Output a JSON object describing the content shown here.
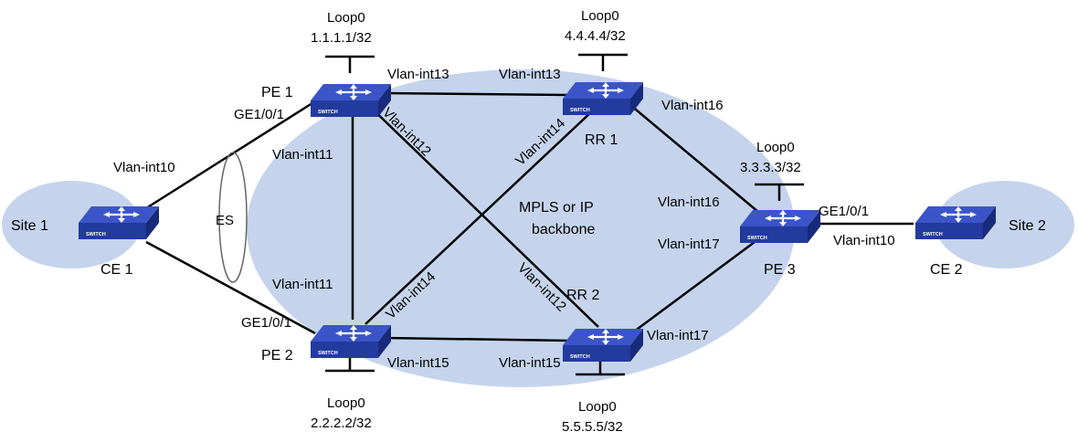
{
  "colors": {
    "area_fill": "#c5d4ec",
    "switch_top": "#3b55c8",
    "switch_front": "#233a9e",
    "switch_side": "#182a7a",
    "link": "#000000"
  },
  "areas": {
    "backbone": [
      "MPLS or IP",
      "backbone"
    ],
    "site1": "Site 1",
    "site2": "Site 2"
  },
  "es_label": "ES",
  "switch_icon_text": "SWITCH",
  "devices": {
    "pe1": "PE 1",
    "pe2": "PE 2",
    "pe3": "PE 3",
    "rr1": "RR 1",
    "rr2": "RR 2",
    "ce1": "CE 1",
    "ce2": "CE 2"
  },
  "loopbacks": {
    "pe1": {
      "name": "Loop0",
      "ip": "1.1.1.1/32"
    },
    "rr1": {
      "name": "Loop0",
      "ip": "4.4.4.4/32"
    },
    "pe3": {
      "name": "Loop0",
      "ip": "3.3.3.3/32"
    },
    "pe2": {
      "name": "Loop0",
      "ip": "2.2.2.2/32"
    },
    "rr2": {
      "name": "Loop0",
      "ip": "5.5.5.5/32"
    }
  },
  "interfaces": {
    "pe1_int13": "Vlan-int13",
    "rr1_int13": "Vlan-int13",
    "rr1_int16": "Vlan-int16",
    "pe1_ge": "GE1/0/1",
    "pe1_int11": "Vlan-int11",
    "pe1_int12": "Vlan-int12",
    "rr1_int14": "Vlan-int14",
    "ce1_int10": "Vlan-int10",
    "pe3_int16": "Vlan-int16",
    "pe3_int17": "Vlan-int17",
    "pe3_ge": "GE1/0/1",
    "ce2_int10": "Vlan-int10",
    "pe2_int11": "Vlan-int11",
    "pe2_int14": "Vlan-int14",
    "rr2_int12": "Vlan-int12",
    "pe2_ge": "GE1/0/1",
    "rr2_int17": "Vlan-int17",
    "pe2_int15": "Vlan-int15",
    "rr2_int15": "Vlan-int15"
  }
}
